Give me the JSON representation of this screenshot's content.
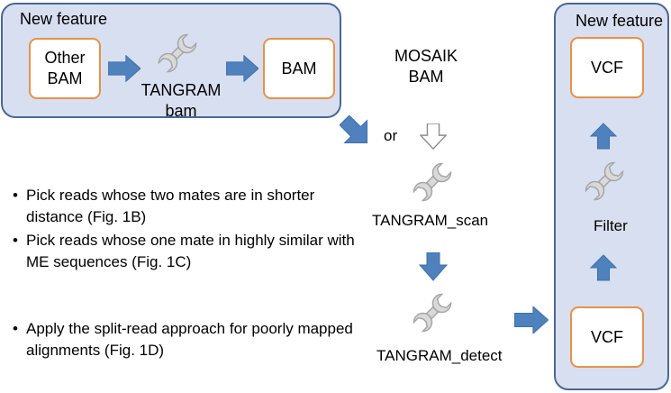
{
  "new_feature_left": {
    "title": "New feature",
    "other_bam": "Other\nBAM",
    "tool_label": "TANGRAM\nbam",
    "bam": "BAM"
  },
  "mosaik_bam": "MOSAIK\nBAM",
  "or_label": "or",
  "scan_label": "TANGRAM_scan",
  "detect_label": "TANGRAM_detect",
  "scan_notes": [
    "Pick reads whose two mates are in shorter distance (Fig. 1B)",
    "Pick reads whose one mate in highly similar with ME sequences (Fig. 1C)"
  ],
  "detect_notes": [
    "Apply the split-read approach for poorly mapped alignments (Fig. 1D)"
  ],
  "new_feature_right": {
    "title": "New feature",
    "vcf_top": "VCF",
    "filter_label": "Filter",
    "vcf_bottom": "VCF"
  },
  "colors": {
    "panel_fill": "#d7dff0",
    "panel_border": "#4a6796",
    "box_border": "#e8914a",
    "arrow_fill": "#4f81bd",
    "wrench_fill": "#d9d9d9"
  },
  "icons": [
    "wrench-icon",
    "right-arrow-icon",
    "down-arrow-icon",
    "up-arrow-icon",
    "diagonal-arrow-icon"
  ]
}
